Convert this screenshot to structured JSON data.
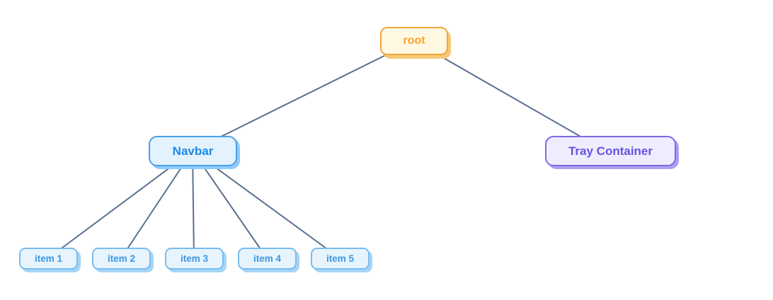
{
  "diagram": {
    "type": "tree",
    "edge_color": "#5b7090",
    "nodes": {
      "root": {
        "label": "root",
        "text_color": "#f5a324",
        "border_color": "#f0a63c",
        "background_color": "#fff8e3",
        "shadow_color": "#f6c976"
      },
      "navbar": {
        "label": "Navbar",
        "text_color": "#1d87e4",
        "border_color": "#49a0e9",
        "background_color": "#e3f2fd",
        "shadow_color": "#90caf9"
      },
      "tray": {
        "label": "Tray Container",
        "text_color": "#6254e4",
        "border_color": "#7a6be8",
        "background_color": "#efecfd",
        "shadow_color": "#ab9ff3"
      },
      "items": [
        {
          "label": "item 1"
        },
        {
          "label": "item 2"
        },
        {
          "label": "item 3"
        },
        {
          "label": "item 4"
        },
        {
          "label": "item 5"
        }
      ]
    },
    "edges": [
      {
        "from": "root",
        "to": "navbar"
      },
      {
        "from": "root",
        "to": "tray"
      },
      {
        "from": "navbar",
        "to": "item 1"
      },
      {
        "from": "navbar",
        "to": "item 2"
      },
      {
        "from": "navbar",
        "to": "item 3"
      },
      {
        "from": "navbar",
        "to": "item 4"
      },
      {
        "from": "navbar",
        "to": "item 5"
      }
    ]
  }
}
